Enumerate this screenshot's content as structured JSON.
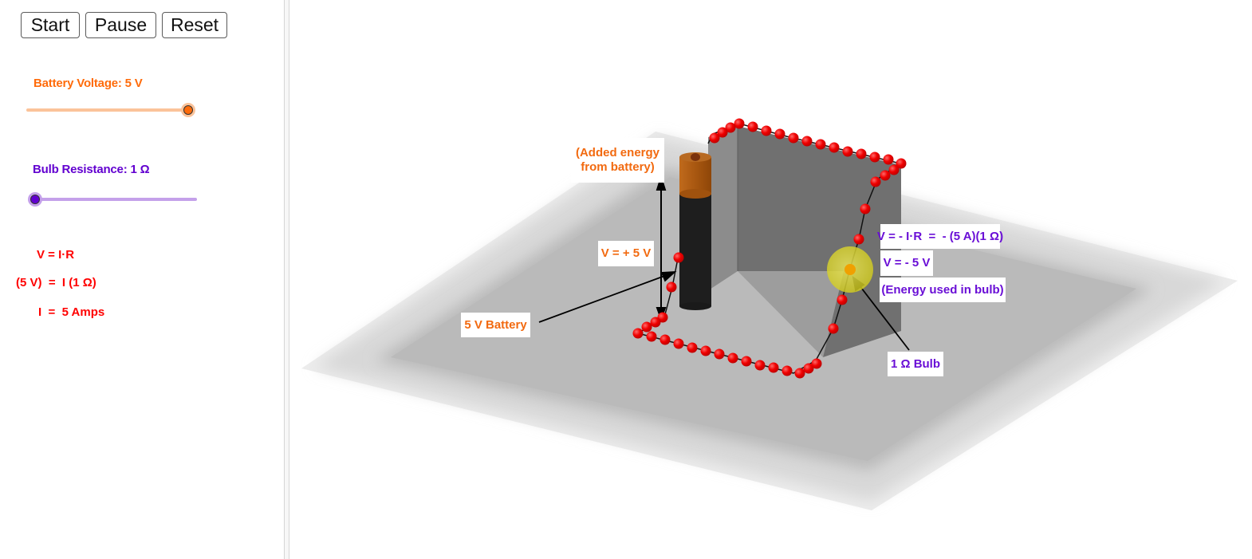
{
  "toolbar": {
    "start_label": "Start",
    "pause_label": "Pause",
    "reset_label": "Reset"
  },
  "sliders": {
    "battery": {
      "label": "Battery Voltage:  5 V",
      "value": 5,
      "color": "#ff6b0a",
      "track_color": "#fbc39a"
    },
    "resistance": {
      "label": "Bulb Resistance: 1 Ω",
      "value": 1,
      "color": "#6200d0",
      "track_color": "#c4a1ea"
    }
  },
  "equations": {
    "line1": "V = I·R",
    "line2": "(5 V)  =  I (1 Ω)",
    "line3": "I  =  5 Amps",
    "color": "#ff0000"
  },
  "scene": {
    "labels": {
      "added_energy": "(Added energy\nfrom battery)",
      "v_plus": "V = + 5 V",
      "battery": "5 V Battery",
      "v_ir": "V = - I·R  =  - (5 A)(1 Ω)",
      "v_minus": "V = - 5 V",
      "energy_used": "(Energy used in bulb)",
      "bulb": "1 Ω Bulb"
    },
    "colors": {
      "battery_label": "#f26a10",
      "bulb_label": "#6a0fd6",
      "electron": "#ff0000",
      "floor": "#bababa",
      "wall_left": "#8a8a8a",
      "wall_back": "#6e6e6e",
      "battery_cap": "#b0601a",
      "battery_body": "#1e1e1e",
      "bulb": "#e0d820"
    }
  }
}
